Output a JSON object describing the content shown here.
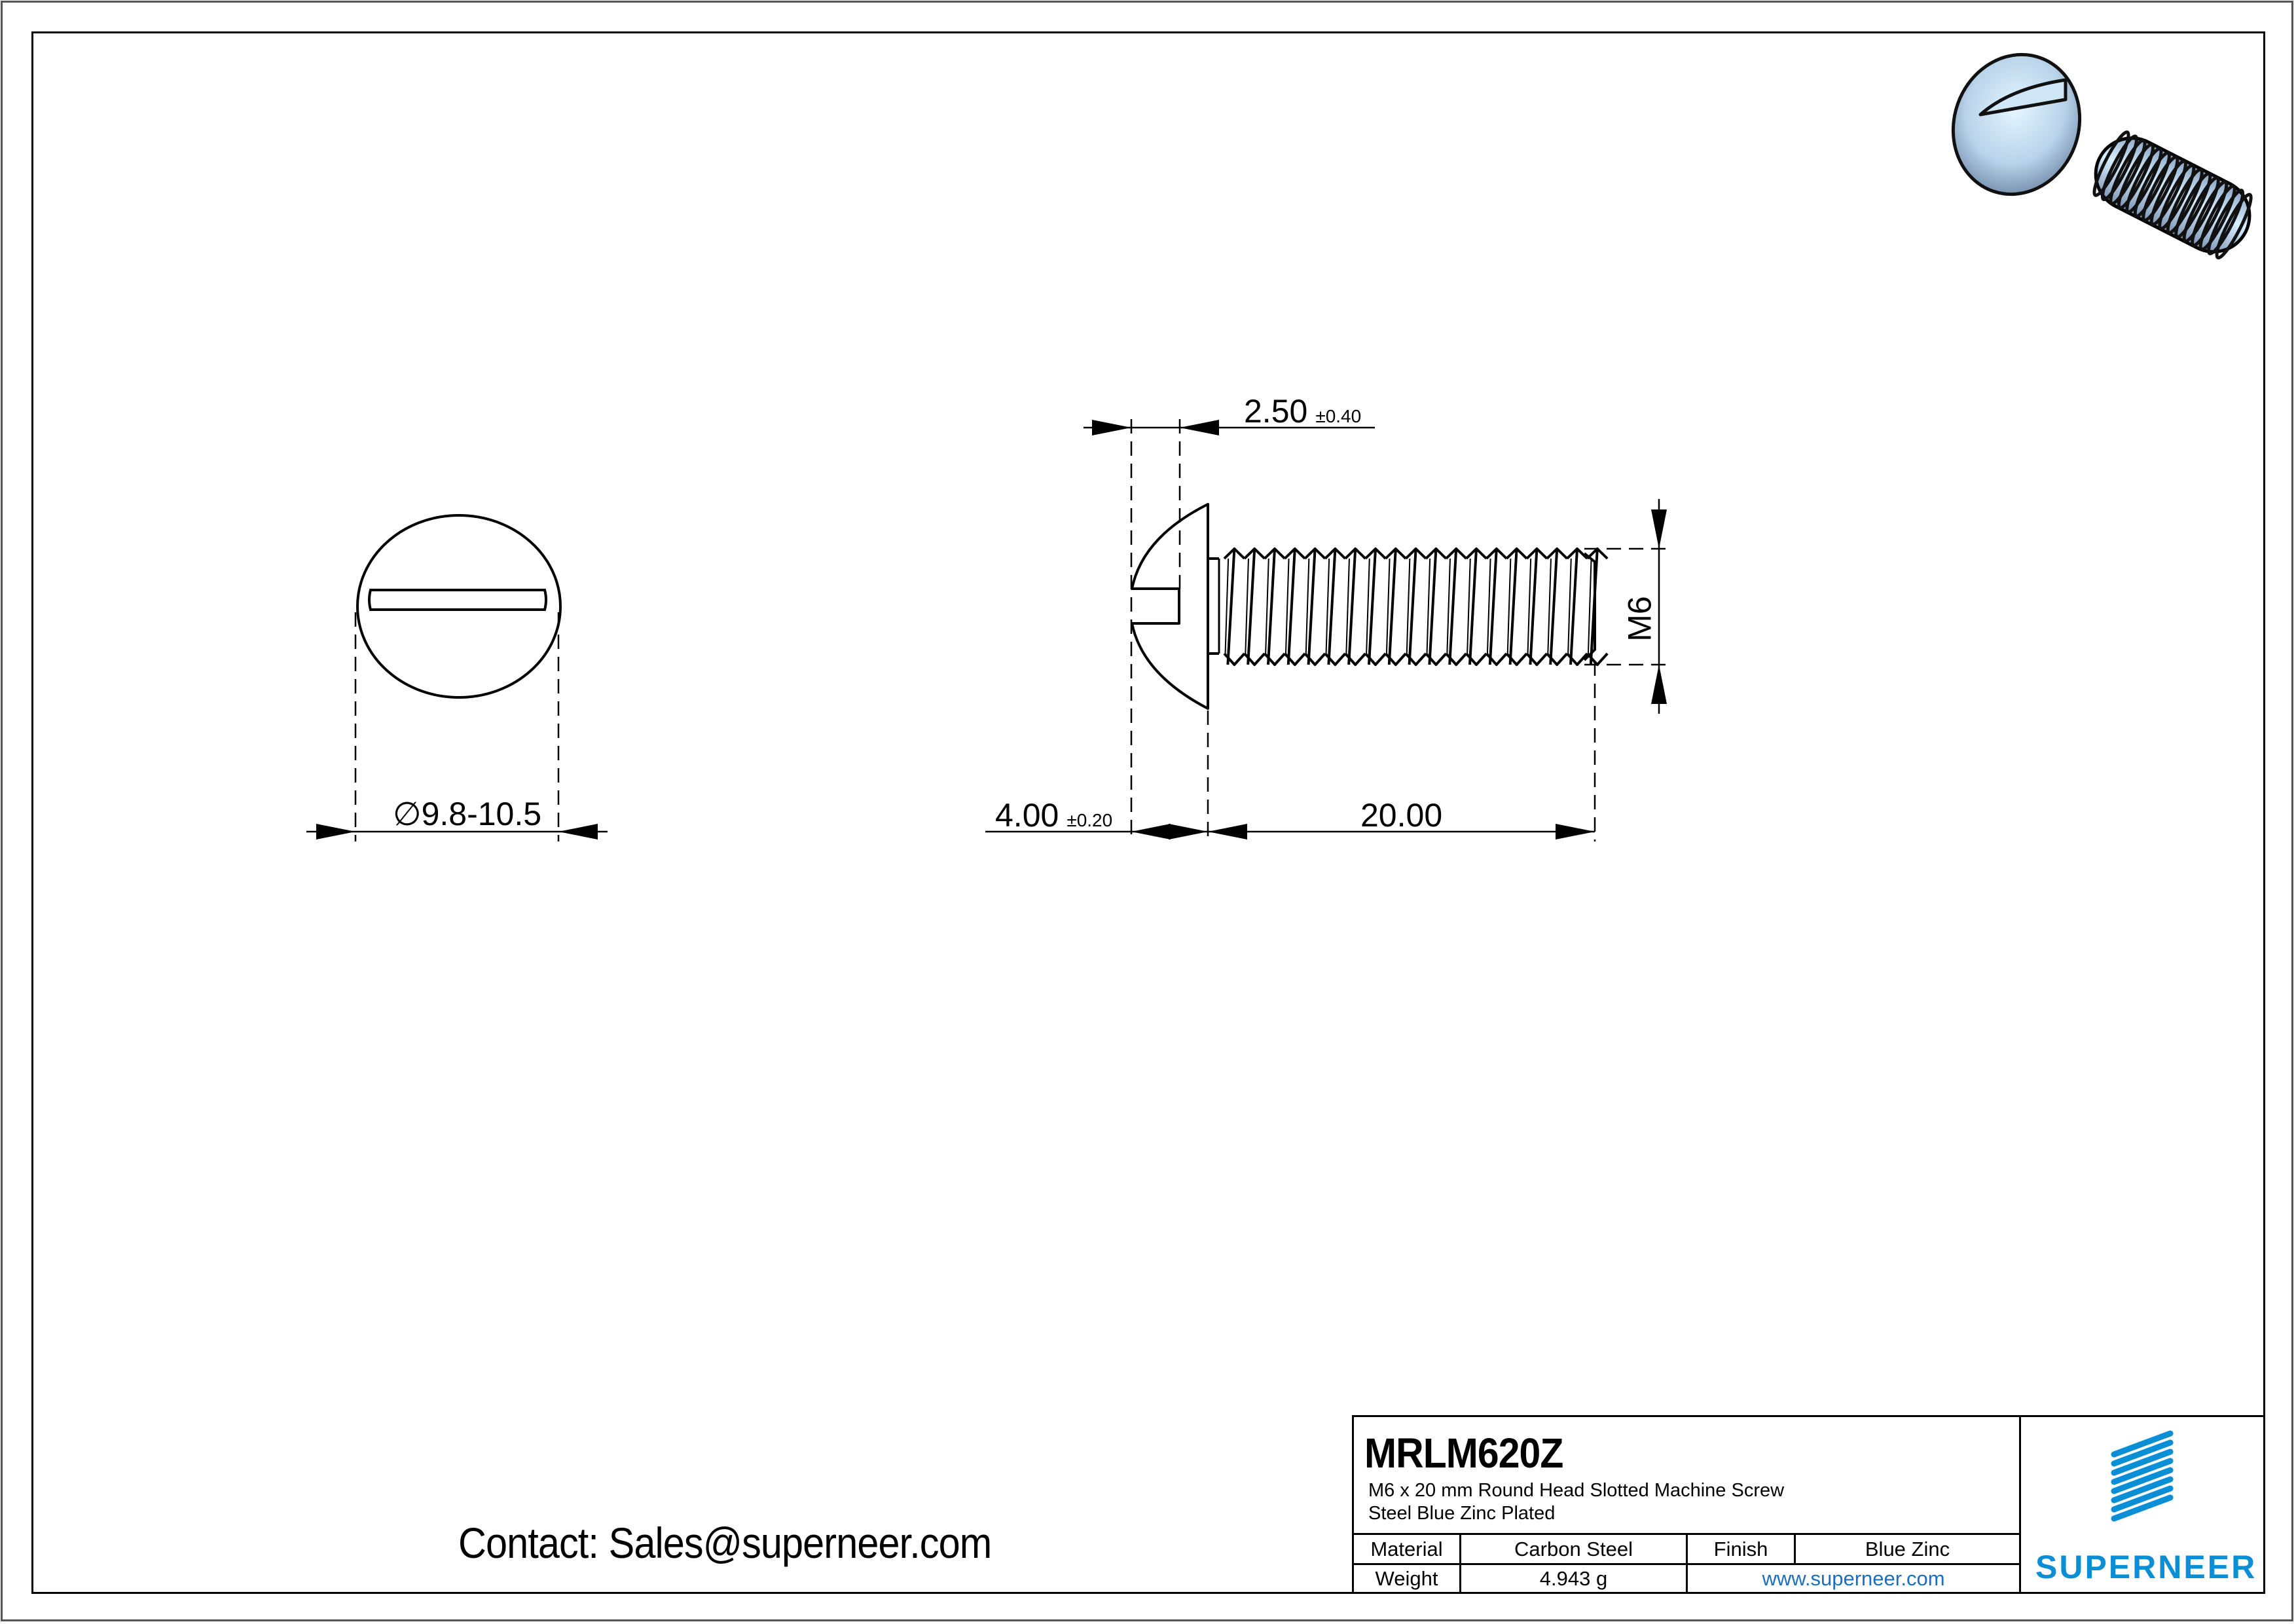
{
  "drawing": {
    "part_number": "MRLM620Z",
    "description_line1": "M6  x 20 mm  Round Head Slotted  Machine Screw",
    "description_line2": "Steel Blue Zinc Plated",
    "contact": "Contact: Sales@superneer.com"
  },
  "title_block": {
    "material_label": "Material",
    "material_value": "Carbon Steel",
    "finish_label": "Finish",
    "finish_value": "Blue Zinc",
    "weight_label": "Weight",
    "weight_value": "4.943 g",
    "website": "www.superneer.com",
    "brand": "SUPERNEER",
    "brand_color": "#0a8fd6"
  },
  "dimensions": {
    "head_diameter": {
      "symbol": "∅",
      "value": "9.8-10.5"
    },
    "slot_depth": {
      "value": "2.50",
      "tolerance": "±0.40"
    },
    "head_height": {
      "value": "4.00",
      "tolerance": "±0.20"
    },
    "length": {
      "value": "20.00"
    },
    "thread": {
      "value": "M6"
    }
  },
  "views": {
    "top_view": "slotted-round-head-top",
    "side_view": "round-head-screw-side",
    "iso_view": "blue-zinc-screw-3d"
  }
}
